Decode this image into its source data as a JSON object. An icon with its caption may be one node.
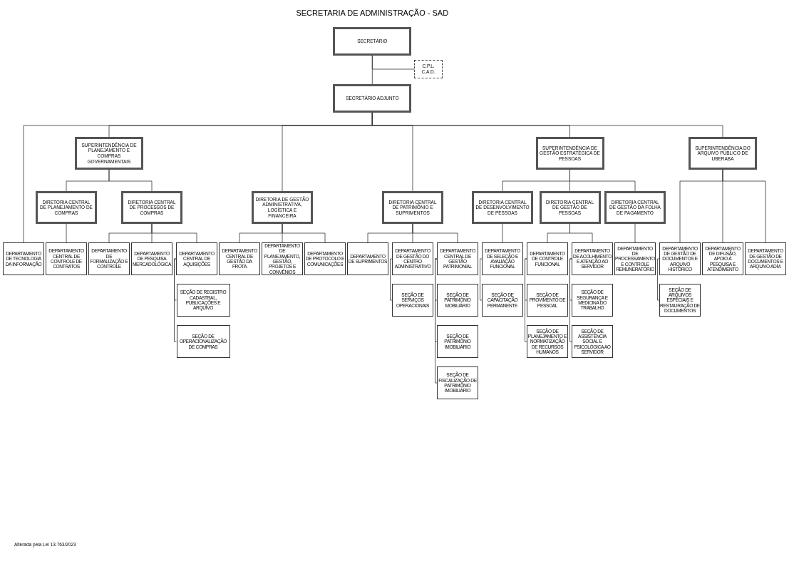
{
  "diagram": {
    "title": "SECRETARIA DE ADMINISTRAÇÃO - SAD",
    "nodes": [
      {
        "text": [
          "SECRETÁRIO"
        ]
      },
      {
        "text": [
          "C.P.L. C.A.D."
        ]
      },
      {
        "text": [
          "SECRETÁRIO ADJUNTO"
        ]
      },
      {
        "text": [
          "DEPARTAMENTO DE TECNOLOGIA DA INFORMAÇÃO"
        ]
      },
      {
        "text": [
          "SUPERINTENDÊNCIA DE PLANEJAMENTO E COMPRAS GOVERNAMENTAIS"
        ]
      },
      {
        "text": [
          "DIRETORIA CENTRAL DE PLANEJAMENTO DE COMPRAS"
        ]
      },
      {
        "text": [
          "DEPARTAMENTO CENTRAL DE CONTROLE DE CONTRATOS"
        ]
      },
      {
        "text": [
          "DIRETORIA CENTRAL DE PROCESSOS DE COMPRAS"
        ]
      },
      {
        "text": [
          "DEPARTAMENTO DE FORMALIZAÇÃO E CONTROLE"
        ]
      },
      {
        "text": [
          "DEPARTAMENTO DE PESQUISA MERCADOLÓGICA"
        ]
      },
      {
        "text": [
          "DEPARTAMENTO CENTRAL DE AQUISIÇÕES"
        ]
      },
      {
        "text": [
          "SEÇÃO DE REGISTRO CADASTRAL, PUBLICAÇÕES E ARQUIVO"
        ]
      },
      {
        "text": [
          "SEÇÃO DE OPERACIONALIZAÇÃO DE COMPRAS"
        ]
      },
      {
        "text": [
          "DIRETORIA DE GESTÃO ADMINISTRATIVA, LOGÍSTICA E FINANCEIRA"
        ]
      },
      {
        "text": [
          "DEPARTAMENTO CENTRAL DE GESTÃO DA FROTA"
        ]
      },
      {
        "text": [
          "DEPARTAMENTO DE PLANEJAMENTO, GESTÃO, PROJETOS E CONVÊNIOS"
        ]
      },
      {
        "text": [
          "DEPARTAMENTO DE PROTOCOLO E COMUNICAÇÕES"
        ]
      },
      {
        "text": [
          "DIRETORIA CENTRAL DE PATRIMÔNIO E SUPRIMENTOS"
        ]
      },
      {
        "text": [
          "DEPARTAMENTO DE SUPRIMENTOS"
        ]
      },
      {
        "text": [
          "DEPARTAMENTO DE GESTÃO DO CENTRO ADMINISTRATIVO"
        ]
      },
      {
        "text": [
          "SEÇÃO DE SERVIÇOS OPERACIONAIS"
        ]
      },
      {
        "text": [
          "DEPARTAMENTO CENTRAL DE GESTÃO PATRIMONIAL"
        ]
      },
      {
        "text": [
          "SEÇÃO DE PATRIMÔNIO MOBILIÁRIO"
        ]
      },
      {
        "text": [
          "SEÇÃO DE PATRIMÔNIO IMOBILIÁRIO"
        ]
      },
      {
        "text": [
          "SEÇÃO DE FISCALIZAÇÃO DE PATRIMÔNIO IMOBILIÁRIO"
        ]
      },
      {
        "text": [
          "SUPERINTENDÊNCIA DE GESTÃO ESTRATÉGICA DE PESSOAS"
        ]
      },
      {
        "text": [
          "DIRETORIA CENTRAL DE DESENVOLVIMENTO DE PESSOAS"
        ]
      },
      {
        "text": [
          "DEPARTAMENTO DE SELEÇÃO E AVALIAÇÃO FUNCIONAL"
        ]
      },
      {
        "text": [
          "SEÇÃO DE CAPACITAÇÃO PERMANENTE"
        ]
      },
      {
        "text": [
          "DIRETORIA CENTRAL DE GESTÃO DE PESSOAS"
        ]
      },
      {
        "text": [
          "DEPARTAMENTO DE CONTROLE FUNCIONAL"
        ]
      },
      {
        "text": [
          "SEÇÃO DE PROVIMENTO DE PESSOAL"
        ]
      },
      {
        "text": [
          "SEÇÃO DE PLANEJAMENTO E NORMATIZAÇÃO DE RECURSOS HUMANOS"
        ]
      },
      {
        "text": [
          "DEPARTAMENTO DE ACOLHIMENTO E ATENÇÃO AO SERVIDOR"
        ]
      },
      {
        "text": [
          "SEÇÃO DE SEGURANÇA E MEDICINA DO TRABALHO"
        ]
      },
      {
        "text": [
          "SEÇÃO DE ASSISTÊNCIA SOCIAL E PSICOLÓGICA AO SERVIDOR"
        ]
      },
      {
        "text": [
          "DIRETORIA CENTRAL DE GESTÃO DA FOLHA DE PAGAMENTO"
        ]
      },
      {
        "text": [
          "DEPARTAMENTO DE PROCESSAMENTO E CONTROLE REMUNERATÓRIO"
        ]
      },
      {
        "text": [
          "SUPERINTENDÊNCIA DO ARQUIVO PÚBLICO DE UBERABA"
        ]
      },
      {
        "text": [
          "DEPARTAMENTO DE GESTÃO DE DOCUMENTOS E ARQUIVO HISTÓRICO"
        ]
      },
      {
        "text": [
          "SEÇÃO DE ARQUIVOS ESPECIAIS E RESTAURAÇÃO DE DOCUMENTOS"
        ]
      },
      {
        "text": [
          "DEPARTAMENTO DE DIFUSÃO, APOIO À PESQUISA E ATENDIMENTO"
        ]
      },
      {
        "text": [
          "DEPARTAMENTO DE GESTÃO DE DOCUMENTOS E ARQUIVO ADM."
        ]
      }
    ],
    "edges": [
      {
        "from": 0,
        "to": 1,
        "arrow": "none"
      },
      {
        "from": 0,
        "to": 2,
        "arrow": "none"
      },
      {
        "from": 2,
        "to": 3,
        "arrow": "none"
      },
      {
        "from": 2,
        "to": 4,
        "arrow": "none"
      },
      {
        "from": 2,
        "to": 13,
        "arrow": "none"
      },
      {
        "from": 2,
        "to": 17,
        "arrow": "none"
      },
      {
        "from": 2,
        "to": 25,
        "arrow": "none"
      },
      {
        "from": 2,
        "to": 38,
        "arrow": "none"
      },
      {
        "from": 4,
        "to": 5,
        "arrow": "none"
      },
      {
        "from": 4,
        "to": 7,
        "arrow": "none"
      },
      {
        "from": 5,
        "to": 6,
        "arrow": "none"
      },
      {
        "from": 7,
        "to": 8,
        "arrow": "none"
      },
      {
        "from": 7,
        "to": 9,
        "arrow": "none"
      },
      {
        "from": 7,
        "to": 10,
        "arrow": "none"
      },
      {
        "from": 10,
        "to": 11,
        "arrow": "none"
      },
      {
        "from": 10,
        "to": 12,
        "arrow": "none"
      },
      {
        "from": 13,
        "to": 14,
        "arrow": "none"
      },
      {
        "from": 13,
        "to": 15,
        "arrow": "none"
      },
      {
        "from": 13,
        "to": 16,
        "arrow": "none"
      },
      {
        "from": 17,
        "to": 18,
        "arrow": "none"
      },
      {
        "from": 17,
        "to": 19,
        "arrow": "none"
      },
      {
        "from": 17,
        "to": 21,
        "arrow": "none"
      },
      {
        "from": 19,
        "to": 20,
        "arrow": "none"
      },
      {
        "from": 21,
        "to": 22,
        "arrow": "none"
      },
      {
        "from": 21,
        "to": 23,
        "arrow": "none"
      },
      {
        "from": 21,
        "to": 24,
        "arrow": "none"
      },
      {
        "from": 25,
        "to": 26,
        "arrow": "none"
      },
      {
        "from": 25,
        "to": 29,
        "arrow": "none"
      },
      {
        "from": 25,
        "to": 36,
        "arrow": "none"
      },
      {
        "from": 26,
        "to": 27,
        "arrow": "none"
      },
      {
        "from": 27,
        "to": 28,
        "arrow": "none"
      },
      {
        "from": 29,
        "to": 30,
        "arrow": "none"
      },
      {
        "from": 29,
        "to": 33,
        "arrow": "none"
      },
      {
        "from": 30,
        "to": 31,
        "arrow": "none"
      },
      {
        "from": 30,
        "to": 32,
        "arrow": "none"
      },
      {
        "from": 33,
        "to": 34,
        "arrow": "none"
      },
      {
        "from": 33,
        "to": 35,
        "arrow": "none"
      },
      {
        "from": 36,
        "to": 37,
        "arrow": "none"
      },
      {
        "from": 38,
        "to": 39,
        "arrow": "none"
      },
      {
        "from": 38,
        "to": 41,
        "arrow": "none"
      },
      {
        "from": 38,
        "to": 42,
        "arrow": "none"
      },
      {
        "from": 39,
        "to": 40,
        "arrow": "none"
      }
    ],
    "labels": [
      "Alterada pela Lei 13.763/2023"
    ]
  }
}
